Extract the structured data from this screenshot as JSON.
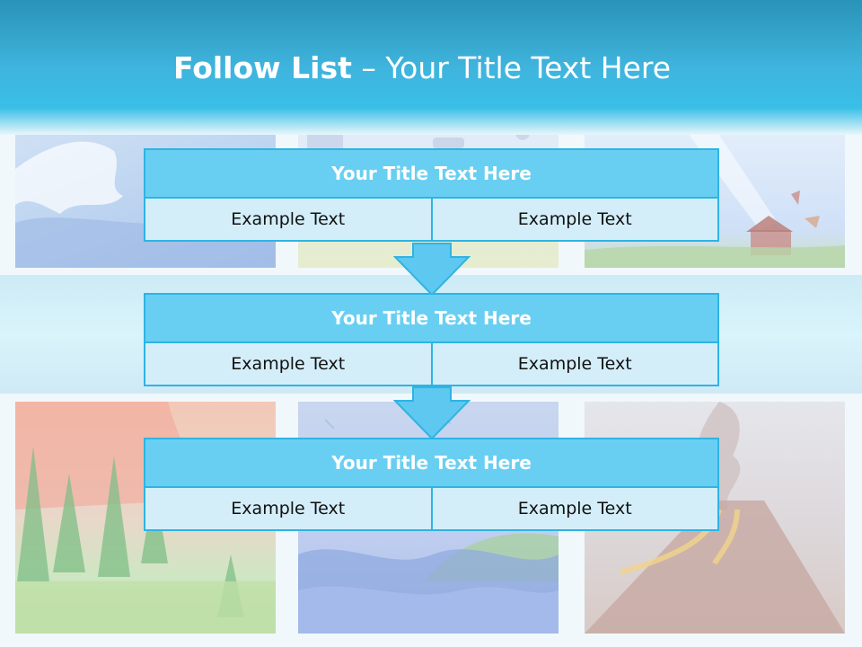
{
  "slide": {
    "title_bold": "Follow List",
    "title_rest": " – Your Title Text Here"
  },
  "blocks": [
    {
      "title": "Your Title Text Here",
      "left": "Example Text",
      "right": "Example Text"
    },
    {
      "title": "Your Title Text Here",
      "left": "Example Text",
      "right": "Example Text"
    },
    {
      "title": "Your Title Text Here",
      "left": "Example Text",
      "right": "Example Text"
    }
  ],
  "colors": {
    "header": "#3fb4dd",
    "block_title_bg": "#69cff2",
    "block_border": "#2eb4e2",
    "cell_bg": "#d4eef9"
  }
}
